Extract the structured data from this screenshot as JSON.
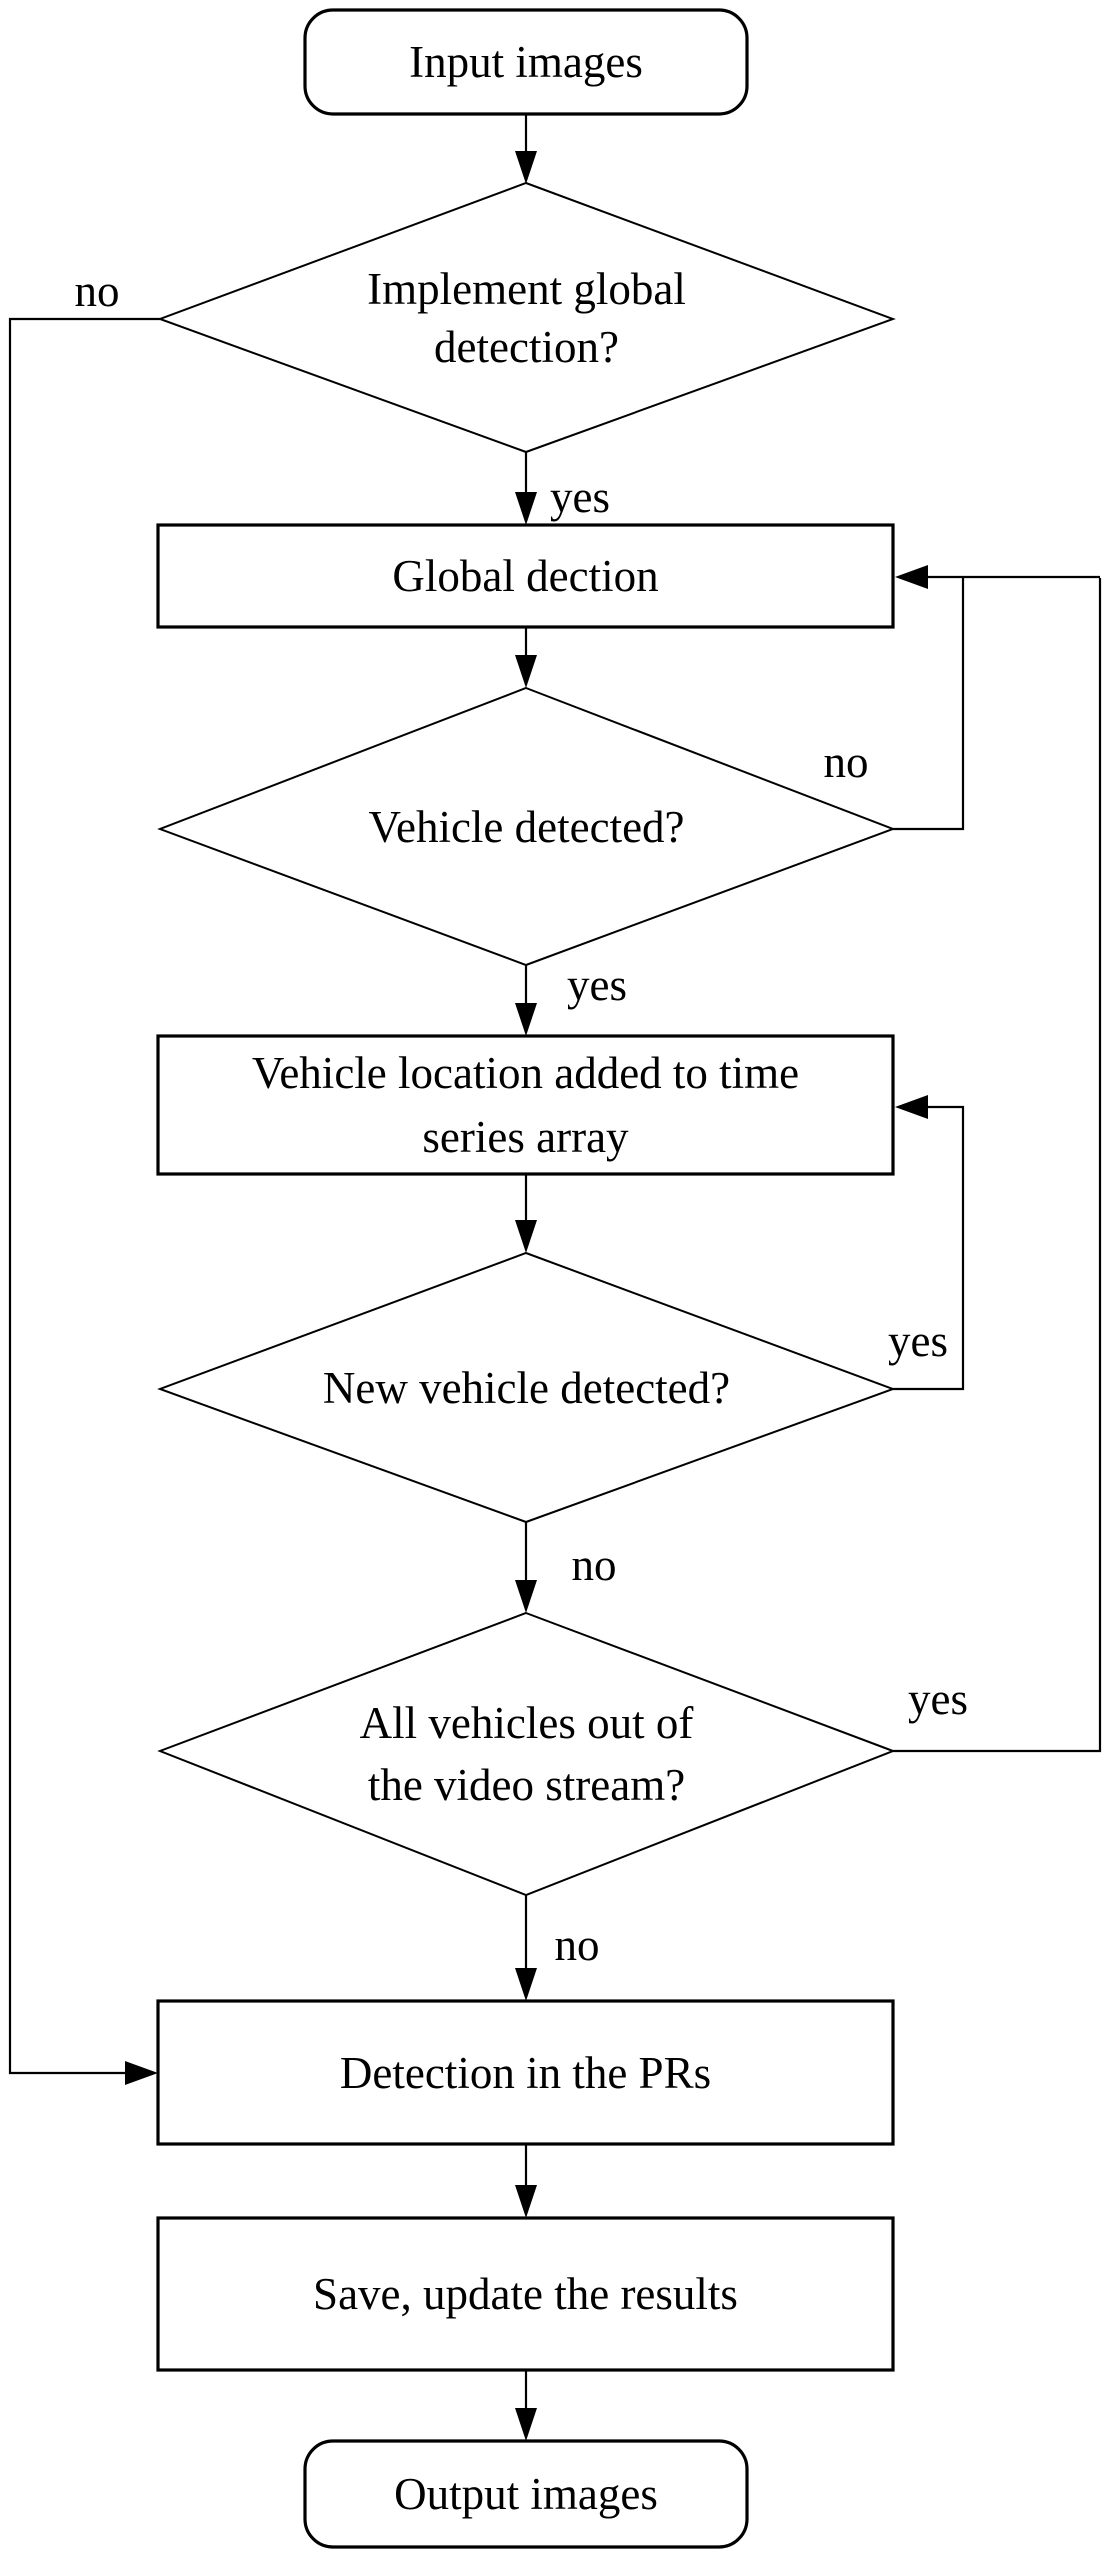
{
  "figure": {
    "type": "flowchart",
    "background": "#ffffff",
    "stroke_color": "#000000",
    "text_color": "#000000"
  },
  "nodes": {
    "input": {
      "shape": "terminator",
      "label": "Input images"
    },
    "implement_global": {
      "shape": "decision",
      "line1": "Implement global",
      "line2": "detection?"
    },
    "global_detection": {
      "shape": "process",
      "label": "Global dection"
    },
    "vehicle_detected": {
      "shape": "decision",
      "label": "Vehicle detected?"
    },
    "vehicle_location": {
      "shape": "process",
      "line1": "Vehicle location added to time",
      "line2": "series array"
    },
    "new_vehicle": {
      "shape": "decision",
      "label": "New vehicle detected?"
    },
    "all_vehicles_out": {
      "shape": "decision",
      "line1": "All vehicles out of",
      "line2": "the video stream?"
    },
    "detection_prs": {
      "shape": "process",
      "label": "Detection in the PRs"
    },
    "save_update": {
      "shape": "process",
      "label": "Save, update the results"
    },
    "output": {
      "shape": "terminator",
      "label": "Output images"
    }
  },
  "edge_labels": {
    "implement_global_no": "no",
    "implement_global_yes": "yes",
    "vehicle_detected_no": "no",
    "vehicle_detected_yes": "yes",
    "new_vehicle_yes": "yes",
    "new_vehicle_no": "no",
    "all_vehicles_out_yes": "yes",
    "all_vehicles_out_no": "no"
  }
}
